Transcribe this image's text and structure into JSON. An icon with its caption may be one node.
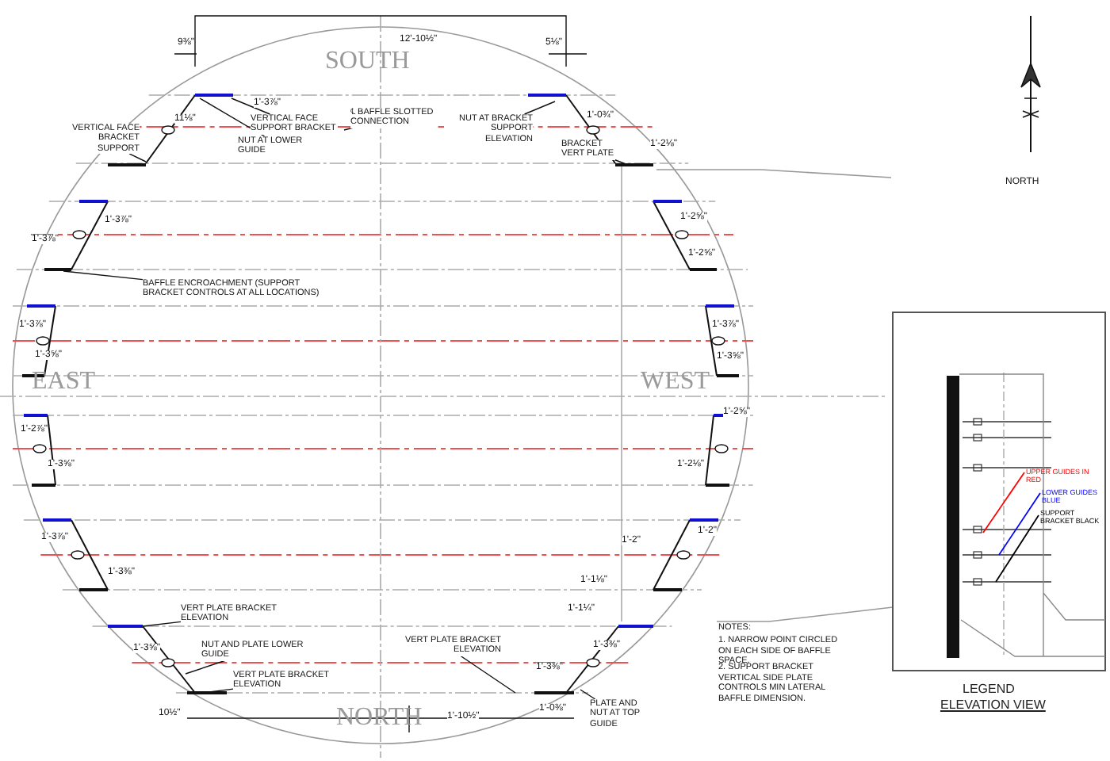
{
  "diagram": {
    "nodes": [
      {
        "text": [
          "VERTICAL FACE BRACKET SUPPORT"
        ]
      },
      {
        "text": [
          "VERTICAL FACE SUPPORT BRACKET"
        ]
      },
      {
        "text": [
          "NUT AT LOWER GUIDE"
        ]
      },
      {
        "text": [
          "℄ BAFFLE SLOTTED CONNECTION"
        ]
      },
      {
        "text": [
          "NUT AT BRACKET SUPPORT ELEVATION"
        ]
      },
      {
        "text": [
          "BRACKET VERT PLATE"
        ]
      },
      {
        "text": [
          "BAFFLE ENCROACHMENT (SUPPORT BRACKET CONTROLS AT ALL LOCATIONS)"
        ]
      },
      {
        "text": [
          "VERT PLATE BRACKET ELEVATION"
        ]
      },
      {
        "text": [
          "NUT AND PLATE LOWER GUIDE"
        ]
      },
      {
        "text": [
          "VERT PLATE BRACKET ELEVATION"
        ]
      },
      {
        "text": [
          "VERT PLATE BRACKET ELEVATION"
        ]
      },
      {
        "text": [
          "PLATE AND NUT AT TOP GUIDE"
        ]
      }
    ],
    "edges": [
      {
        "from": 0,
        "to": null,
        "arrow": "none"
      },
      {
        "from": 1,
        "to": null,
        "arrow": "none"
      },
      {
        "from": 2,
        "to": null,
        "arrow": "none"
      },
      {
        "from": 3,
        "to": null,
        "arrow": "none"
      },
      {
        "from": 4,
        "to": null,
        "arrow": "none"
      },
      {
        "from": 5,
        "to": null,
        "arrow": "none"
      },
      {
        "from": 6,
        "to": null,
        "arrow": "none"
      },
      {
        "from": 7,
        "to": null,
        "arrow": "none"
      },
      {
        "from": 8,
        "to": null,
        "arrow": "none"
      },
      {
        "from": 9,
        "to": null,
        "arrow": "none"
      },
      {
        "from": 10,
        "to": null,
        "arrow": "none"
      },
      {
        "from": 11,
        "to": null,
        "arrow": "none"
      }
    ],
    "labels": [
      "12'-10½\"",
      "9⅜\"",
      "SOUTH",
      "5⅛\"",
      "11⅛\"",
      "1'-3⅞\"",
      "1'-0¾\"",
      "1'-2⅛\"",
      "1'-3⅞\"",
      "1'-3⅞\"",
      "1'-2⅝\"",
      "1'-2⅝\"",
      "1'-3⅞\"",
      "1'-3⅝\"",
      "EAST",
      "WEST",
      "1'-3⅞\"",
      "1'-3⅝\"",
      "1'-2⅞\"",
      "1'-3⅝\"",
      "1'-2⅝\"",
      "1'-2⅛\"",
      "1'-3⅞\"",
      "1'-3⅜\"",
      "1'-2\"",
      "1'-2\"",
      "1'-3⅝\"",
      "1'-1⅛\"",
      "1'-1¼\"",
      "1'-3⅜\"",
      "1'-3⅜\"",
      "10½\"",
      "NORTH",
      "1'-10½\"",
      "1'-0⅜\"",
      "NORTH",
      "NOTES:",
      "1. NARROW POINT CIRCLED ON EACH SIDE OF BAFFLE SPACE.",
      "2. SUPPORT BRACKET VERTICAL SIDE PLATE CONTROLS MIN LATERAL BAFFLE DIMENSION.",
      "LEGEND",
      "ELEVATION VIEW"
    ],
    "legend": [
      {
        "text": "UPPER GUIDES IN RED",
        "color": "#ff0000"
      },
      {
        "text": "LOWER GUIDES BLUE",
        "color": "#0000ff"
      },
      {
        "text": "SUPPORT BRACKET BLACK",
        "color": "#000000"
      }
    ]
  }
}
